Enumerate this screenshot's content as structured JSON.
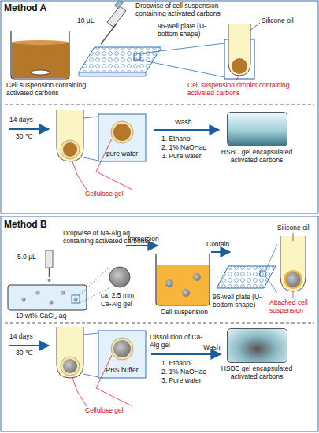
{
  "diagram": {
    "nodes": [
      {
        "text": [
          "HSBC gel encapsulated activated carbons"
        ]
      },
      {
        "text": [
          "HSBC gel encapsulated activated carbons"
        ]
      }
    ],
    "labels": [
      "Method A",
      "10 μL",
      "Dropwise of cell suspension containing activated carbons",
      "Silicone oil",
      "96-well plate (U-bottom shape)",
      "Cell suspension containing activated carbons",
      "Cell suspension droplet containing activated carbons",
      "14 days",
      "30 ℃",
      "pure water",
      "Wash",
      "1. Ethanol",
      "2. 1% NaOHaq",
      "3. Pure water",
      "Cellulose gel",
      "Method B",
      "Dropwise of Na-Alg aq containing activated carbons",
      "5.0 μL",
      "10 wt% CaCl₂ aq",
      "ca. 2.5 mm",
      "Ca-Alg gel",
      "Immersion",
      "Cell suspension",
      "Contain",
      "Silicone oil",
      "96-well plate (U-bottom shape)",
      "Attached cell suspension",
      "14 days",
      "30 ℃",
      "PBS buffer",
      "Dissolution of Ca-Alg gel",
      "Wash",
      "1. Ethanol",
      "2. 1% NaOHaq",
      "3. Pure water",
      "Cellulose gel"
    ]
  }
}
